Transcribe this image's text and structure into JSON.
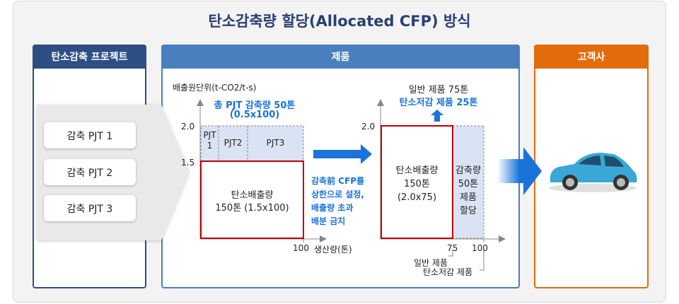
{
  "title": "탄소감축량 할당(Allocated CFP) 방식",
  "panels": {
    "left": "탄소감축 프로젝트",
    "middle": "제품",
    "right": "고객사"
  },
  "colors": {
    "left": "#2d4f86",
    "middle": "#4a7fc0",
    "right": "#e36c0a",
    "blue": "#1a73d9",
    "red": "#c00000",
    "fill": "#dae3f3"
  },
  "projects": [
    "감축 PJT 1",
    "감축 PJT 2",
    "감축 PJT 3"
  ],
  "chart1": {
    "ylabel": "배출원단위(t-CO2/t-s)",
    "xlabel": "생산량(톤)",
    "y_top": "2.0",
    "y_mid": "1.5",
    "x_end": "100",
    "note1": "총 PJT 감축량 50톤",
    "note2": "(0.5x100)",
    "pjt1a": "PJT",
    "pjt1b": "1",
    "pjt2": "PJT2",
    "pjt3": "PJT3",
    "box1": "탄소배출량",
    "box2": "150톤 (1.5x100)"
  },
  "arrow_note": [
    "감축前 CFP를",
    "상한으로 설정,",
    "배출량 초과",
    "배분 금지"
  ],
  "chart2": {
    "top1": "일반 제품 75톤",
    "top2": "탄소저감 제품 25톤",
    "y_top": "2.0",
    "x75": "75",
    "x100": "100",
    "box1": "탄소배출량",
    "box2": "150톤",
    "box3": "(2.0x75)",
    "alloc": [
      "감축량",
      "50톤",
      "제품",
      "할당"
    ],
    "lbl75": "일반 제품",
    "lbl100": "탄소저감 제품"
  }
}
